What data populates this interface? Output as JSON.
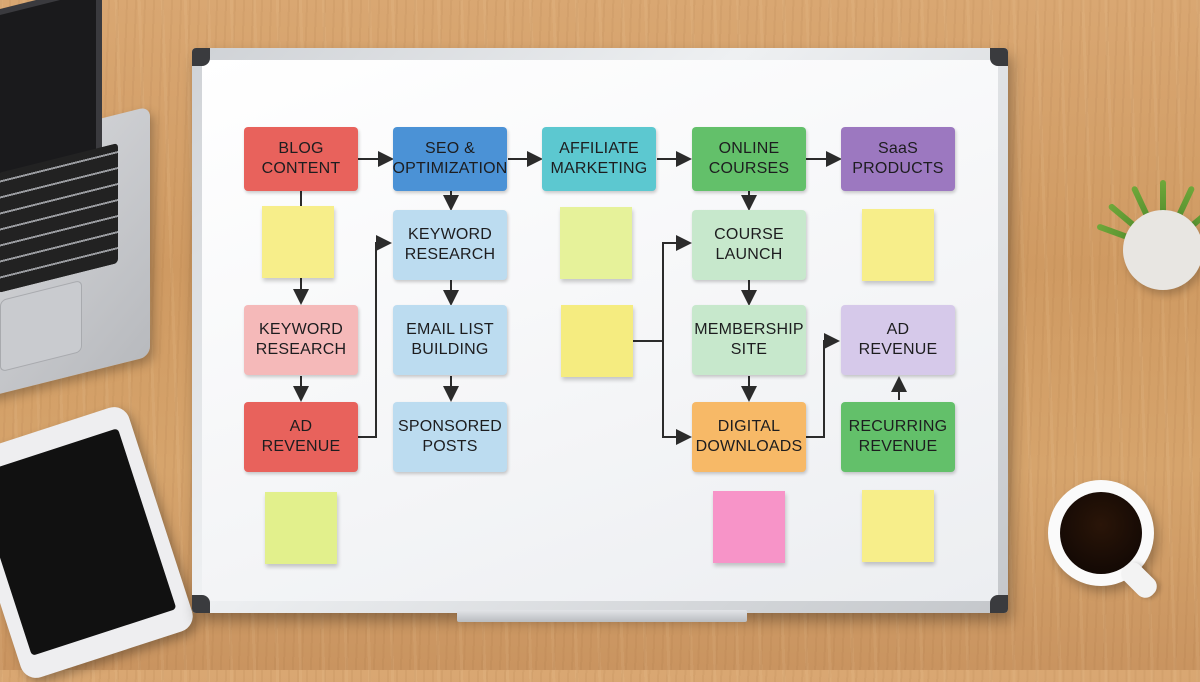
{
  "board": {
    "cards": [
      {
        "id": "blog-content",
        "text": "BLOG\nCONTENT",
        "color": "#e8625c"
      },
      {
        "id": "seo-optimization",
        "text": "SEO &\nOPTIMIZATION",
        "color": "#4b92d6"
      },
      {
        "id": "affiliate-marketing",
        "text": "AFFILIATE\nMARKETING",
        "color": "#5cc8d0"
      },
      {
        "id": "online-courses",
        "text": "ONLINE\nCOURSES",
        "color": "#63c06a"
      },
      {
        "id": "saas-products",
        "text": "SaaS\nPRODUCTS",
        "color": "#9c78c0"
      },
      {
        "id": "keyword-research-blue",
        "text": "KEYWORD\nRESEARCH",
        "color": "#bcdcf0"
      },
      {
        "id": "course-launch",
        "text": "COURSE\nLAUNCH",
        "color": "#c7e8cc"
      },
      {
        "id": "keyword-research-pink",
        "text": "KEYWORD\nRESEARCH",
        "color": "#f5b9b9"
      },
      {
        "id": "email-list-building",
        "text": "EMAIL LIST\nBUILDING",
        "color": "#bcdcf0"
      },
      {
        "id": "membership-site",
        "text": "MEMBERSHIP\nSITE",
        "color": "#c7e8cc"
      },
      {
        "id": "ad-revenue-purple",
        "text": "AD\nREVENUE",
        "color": "#d6c9ea"
      },
      {
        "id": "ad-revenue-red",
        "text": "AD\nREVENUE",
        "color": "#e8625c"
      },
      {
        "id": "sponsored-posts",
        "text": "SPONSORED\nPOSTS",
        "color": "#bcdcf0"
      },
      {
        "id": "digital-downloads",
        "text": "DIGITAL\nDOWNLOADS",
        "color": "#f7b967"
      },
      {
        "id": "recurring-revenue",
        "text": "RECURRING\nREVENUE",
        "color": "#63c06a"
      }
    ],
    "sticky_notes": [
      {
        "id": "note-yellow-1",
        "color": "#f7ee8a"
      },
      {
        "id": "note-green-1",
        "color": "#e6f29a"
      },
      {
        "id": "note-yellow-2",
        "color": "#f7ee8a"
      },
      {
        "id": "note-yellow-3",
        "color": "#f5ec80"
      },
      {
        "id": "note-green-2",
        "color": "#e2f08c"
      },
      {
        "id": "note-pink",
        "color": "#f794c8"
      },
      {
        "id": "note-yellow-4",
        "color": "#f7ee8a"
      }
    ],
    "accent_colors": {
      "arrow": "#2b2b2b",
      "board_frame": "#cfd2d6",
      "board_corner": "#3a3b3e"
    }
  }
}
